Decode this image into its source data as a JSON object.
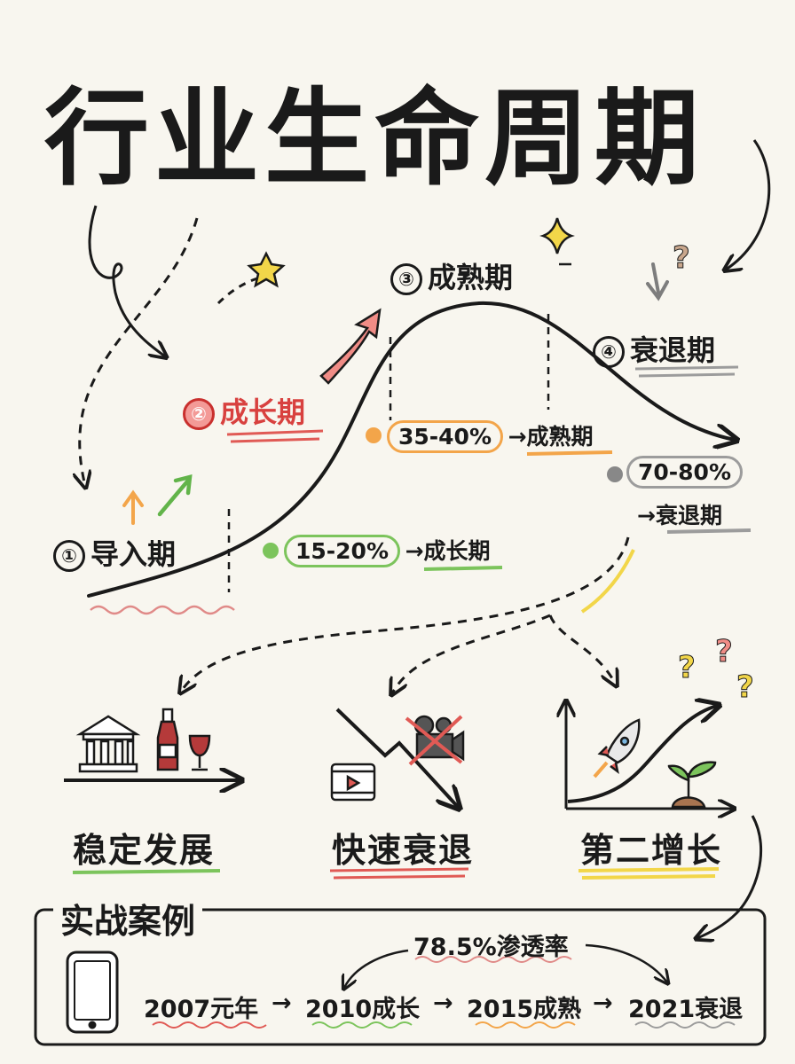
{
  "title": "行业生命周期",
  "stages": [
    {
      "num": "①",
      "label": "导入期"
    },
    {
      "num": "②",
      "label": "成长期"
    },
    {
      "num": "③",
      "label": "成熟期"
    },
    {
      "num": "④",
      "label": "衰退期"
    }
  ],
  "thresholds": [
    {
      "range": "15-20%",
      "arrow": "→",
      "target": "成长期",
      "color": "#7cc45c"
    },
    {
      "range": "35-40%",
      "arrow": "→",
      "target": "成熟期",
      "color": "#f3a54a"
    },
    {
      "range": "70-80%",
      "arrow": "→",
      "target": "衰退期",
      "color": "#9c9c9c"
    }
  ],
  "outcomes": [
    {
      "label": "稳定发展",
      "icons": [
        "bank-icon",
        "wine-bottle-icon",
        "wine-glass-icon"
      ]
    },
    {
      "label": "快速衰退",
      "icons": [
        "video-player-icon",
        "crossed-out-camera-icon"
      ]
    },
    {
      "label": "第二增长",
      "icons": [
        "rocket-icon",
        "sprout-icon",
        "question-marks-icon"
      ]
    }
  ],
  "case_study": {
    "title": "实战案例",
    "penetration": "78.5%渗透率",
    "timeline": [
      "2007元年",
      "2010成长",
      "2015成熟",
      "2021衰退"
    ],
    "arrow": "→",
    "icon": "smartphone-icon"
  },
  "colors": {
    "background": "#f8f6ef",
    "red": "#d8413f",
    "green": "#7cc45c",
    "orange": "#f3a54a",
    "gray": "#9c9c9c",
    "yellow": "#f2d649"
  }
}
